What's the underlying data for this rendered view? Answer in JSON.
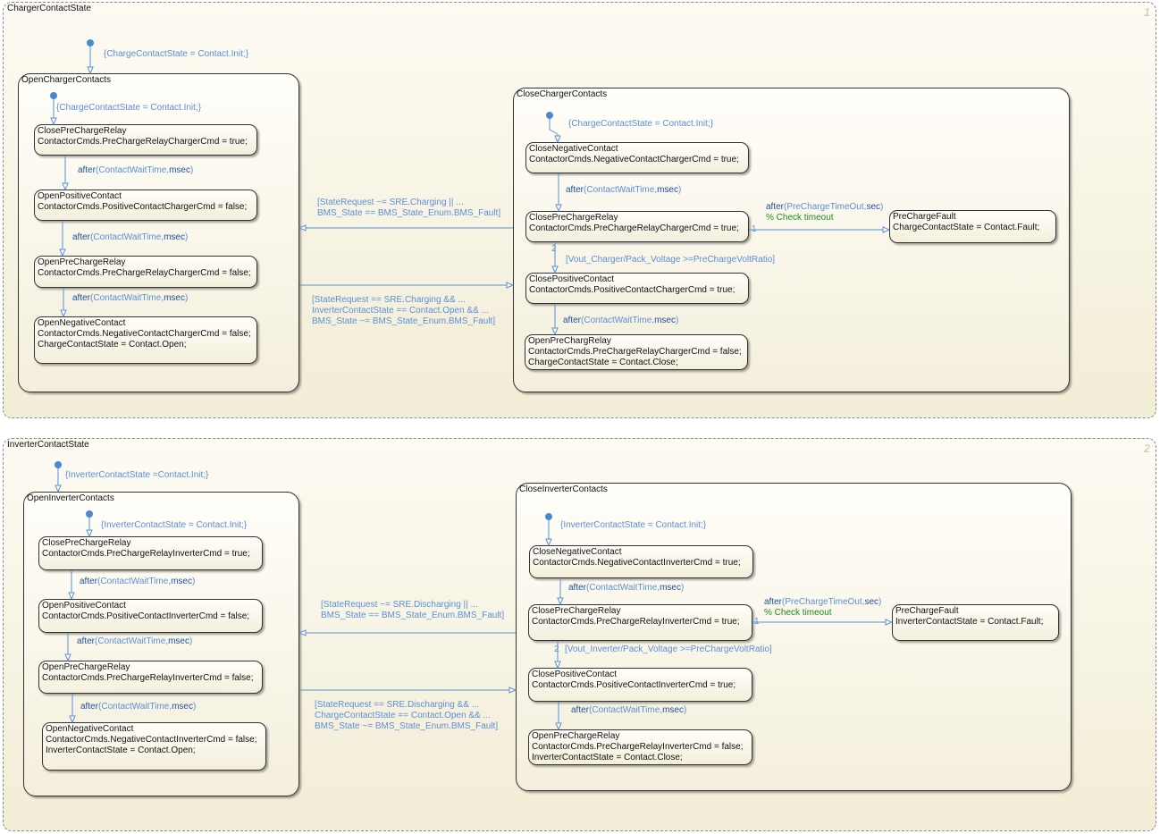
{
  "colors": {
    "transition": "#5b8fd6",
    "keyword": "#1f4f9a",
    "comment": "#1e8a1e",
    "background": "#f7f3e3"
  },
  "charts": [
    {
      "title": "ChargerContactState",
      "number": "1",
      "states": {
        "open": {
          "name": "OpenChargerContacts",
          "actions": []
        },
        "close": {
          "name": "CloseChargerContacts",
          "actions": []
        },
        "o1": {
          "name": "ClosePreChargeRelay",
          "actions": [
            "ContactorCmds.PreChargeRelayChargerCmd = true;"
          ]
        },
        "o2": {
          "name": "OpenPositiveContact",
          "actions": [
            "ContactorCmds.PositiveContactChargerCmd = false;"
          ]
        },
        "o3": {
          "name": "OpenPreChargeRelay",
          "actions": [
            "ContactorCmds.PreChargeRelayChargerCmd = false;"
          ]
        },
        "o4": {
          "name": "OpenNegativeContact",
          "actions": [
            "ContactorCmds.NegativeContactChargerCmd = false;",
            "ChargeContactState = Contact.Open;"
          ]
        },
        "c1": {
          "name": "CloseNegativeContact",
          "actions": [
            "ContactorCmds.NegativeContactChargerCmd = true;"
          ]
        },
        "c2": {
          "name": "ClosePreChargeRelay",
          "actions": [
            "ContactorCmds.PreChargeRelayChargerCmd = true;"
          ]
        },
        "cf": {
          "name": "PreChargeFault",
          "actions": [
            "ChargeContactState = Contact.Fault;"
          ]
        },
        "c3": {
          "name": "ClosePositiveContact",
          "actions": [
            "ContactorCmds.PositiveContactChargerCmd = true;"
          ]
        },
        "c4": {
          "name": "OpenPreChargRelay",
          "actions": [
            "ContactorCmds.PreChargeRelayChargerCmd = false;",
            "ChargeContactState = Contact.Close;"
          ]
        }
      },
      "transitions": [
        {
          "lines": [
            "{ChargeContactState = Contact.Init;}"
          ]
        },
        {
          "lines": [
            "{ChargeContactState = Contact.Init;}"
          ]
        },
        {
          "lines": [
            "after(ContactWaitTime,msec)"
          ]
        },
        {
          "lines": [
            "after(ContactWaitTime,msec)"
          ]
        },
        {
          "lines": [
            "after(ContactWaitTime,msec)"
          ]
        },
        {
          "lines": [
            "[StateRequest ~= SRE.Charging || ...",
            "BMS_State == BMS_State_Enum.BMS_Fault]"
          ]
        },
        {
          "lines": [
            "[StateRequest == SRE.Charging && ...",
            "InverterContactState == Contact.Open && ...",
            "BMS_State ~= BMS_State_Enum.BMS_Fault]"
          ]
        },
        {
          "lines": [
            "{ChargeContactState = Contact.Init;}"
          ]
        },
        {
          "lines": [
            "after(ContactWaitTime,msec)"
          ]
        },
        {
          "lines": [
            "after(PreChargeTimeOut,sec)",
            "% Check timeout"
          ],
          "order": "1"
        },
        {
          "lines": [
            "[Vout_Charger/Pack_Voltage >=PreChargeVoltRatio]"
          ],
          "order": "2"
        },
        {
          "lines": [
            "after(ContactWaitTime,msec)"
          ]
        }
      ]
    },
    {
      "title": "InverterContactState",
      "number": "2",
      "states": {
        "open": {
          "name": "OpenInverterContacts",
          "actions": []
        },
        "close": {
          "name": "CloseInverterContacts",
          "actions": []
        },
        "o1": {
          "name": "ClosePreChargeRelay",
          "actions": [
            "ContactorCmds.PreChargeRelayInverterCmd = true;"
          ]
        },
        "o2": {
          "name": "OpenPositiveContact",
          "actions": [
            "ContactorCmds.PositiveContactInverterCmd = false;"
          ]
        },
        "o3": {
          "name": "OpenPreChargeRelay",
          "actions": [
            "ContactorCmds.PreChargeRelayInverterCmd = false;"
          ]
        },
        "o4": {
          "name": "OpenNegativeContact",
          "actions": [
            "ContactorCmds.NegativeContactInverterCmd = false;",
            "InverterContactState = Contact.Open;"
          ]
        },
        "c1": {
          "name": "CloseNegativeContact",
          "actions": [
            "ContactorCmds.NegativeContactInverterCmd = true;"
          ]
        },
        "c2": {
          "name": "ClosePreChargeRelay",
          "actions": [
            "ContactorCmds.PreChargeRelayInverterCmd = true;"
          ]
        },
        "cf": {
          "name": "PreChargeFault",
          "actions": [
            "InverterContactState = Contact.Fault;"
          ]
        },
        "c3": {
          "name": "ClosePositiveContact",
          "actions": [
            "ContactorCmds.PositiveContactInverterCmd = true;"
          ]
        },
        "c4": {
          "name": "OpenPreChargeRelay",
          "actions": [
            "ContactorCmds.PreChargeRelayInverterCmd = false;",
            "InverterContactState = Contact.Close;"
          ]
        }
      },
      "transitions": [
        {
          "lines": [
            "{InverterContactState =Contact.Init;}"
          ]
        },
        {
          "lines": [
            "{InverterContactState = Contact.Init;}"
          ]
        },
        {
          "lines": [
            "after(ContactWaitTime,msec)"
          ]
        },
        {
          "lines": [
            "after(ContactWaitTime,msec)"
          ]
        },
        {
          "lines": [
            "after(ContactWaitTime,msec)"
          ]
        },
        {
          "lines": [
            "[StateRequest ~= SRE.Discharging || ...",
            "BMS_State == BMS_State_Enum.BMS_Fault]"
          ]
        },
        {
          "lines": [
            "[StateRequest == SRE.Discharging && ...",
            "ChargeContactState == Contact.Open && ...",
            "BMS_State ~= BMS_State_Enum.BMS_Fault]"
          ]
        },
        {
          "lines": [
            "{InverterContactState = Contact.Init;}"
          ]
        },
        {
          "lines": [
            "after(ContactWaitTime,msec)"
          ]
        },
        {
          "lines": [
            "after(PreChargeTimeOut,sec)",
            "% Check timeout"
          ],
          "order": "1"
        },
        {
          "lines": [
            "[Vout_Inverter/Pack_Voltage >=PreChargeVoltRatio]"
          ],
          "order": "2"
        },
        {
          "lines": [
            "after(ContactWaitTime,msec)"
          ]
        }
      ]
    }
  ]
}
